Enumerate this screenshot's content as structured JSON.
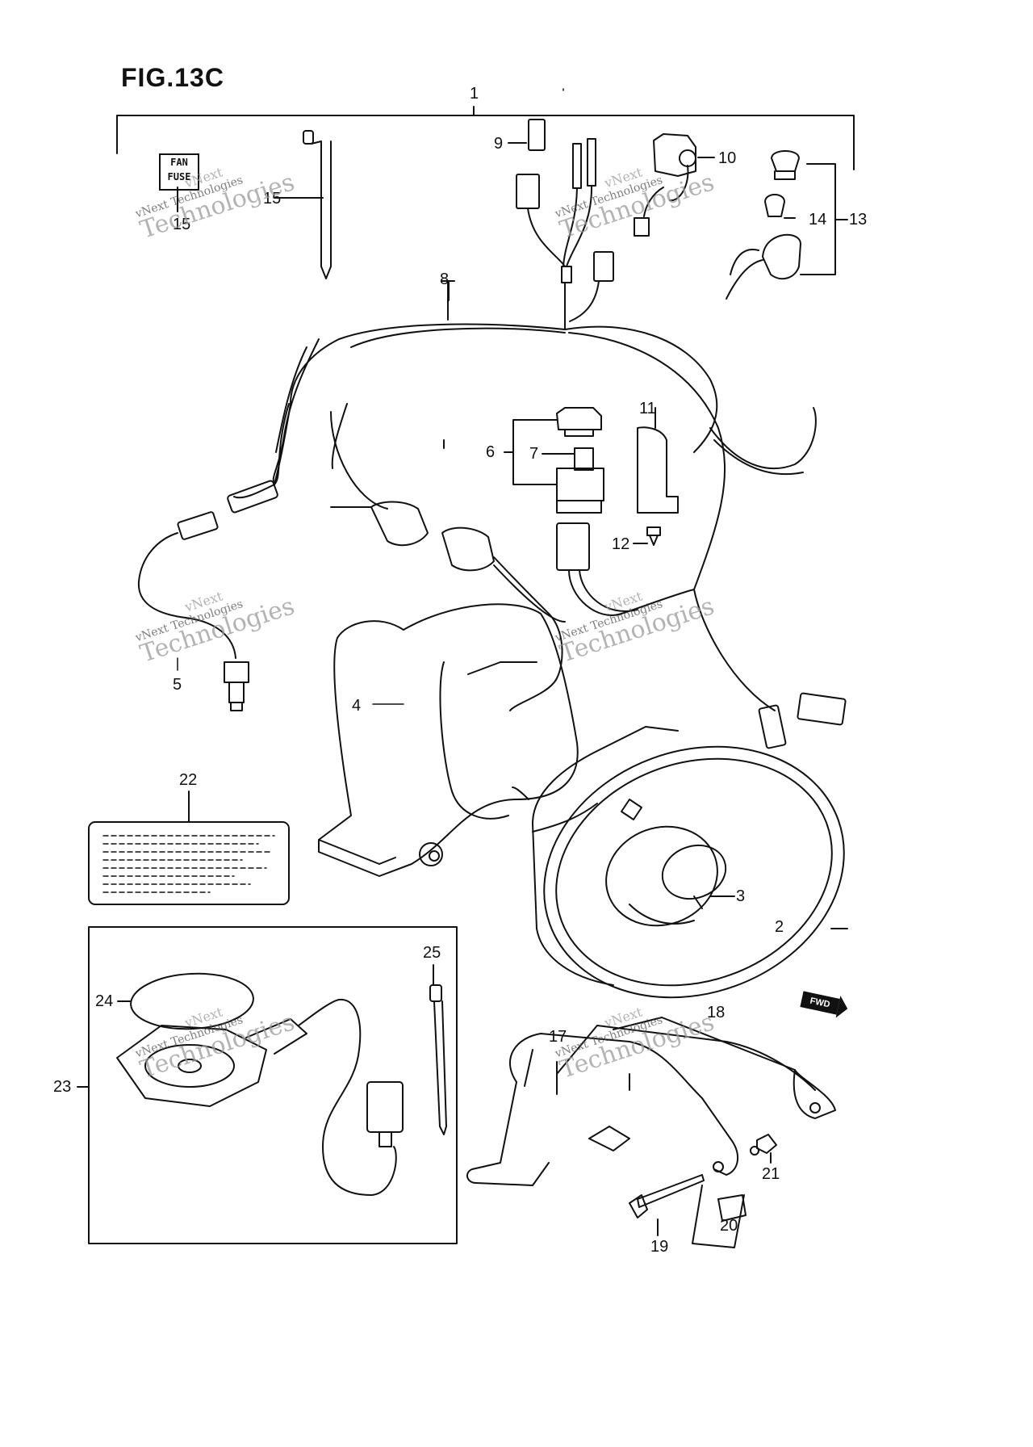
{
  "figure": {
    "title": "FIG.13C"
  },
  "labels": {
    "fan_fuse_line1": "FAN",
    "fan_fuse_line2": "FUSE",
    "fwd": "FWD"
  },
  "callouts": {
    "p1": "1",
    "p2": "2",
    "p3": "3",
    "p4": "4",
    "p5": "5",
    "p6": "6",
    "p7": "7",
    "p8": "8",
    "p9": "9",
    "p10": "10",
    "p11": "11",
    "p12": "12",
    "p13": "13",
    "p14": "14",
    "p15a": "15",
    "p15b": "15",
    "p17": "17",
    "p18": "18",
    "p19": "19",
    "p20": "20",
    "p21": "21",
    "p22": "22",
    "p23": "23",
    "p24": "24",
    "p25": "25"
  },
  "watermark": {
    "line1": "vNext",
    "line2": "vNext Technologies",
    "line3": "Technologies"
  },
  "colors": {
    "ink": "#111111",
    "watermark": "#9a9a9a",
    "background": "#ffffff"
  }
}
